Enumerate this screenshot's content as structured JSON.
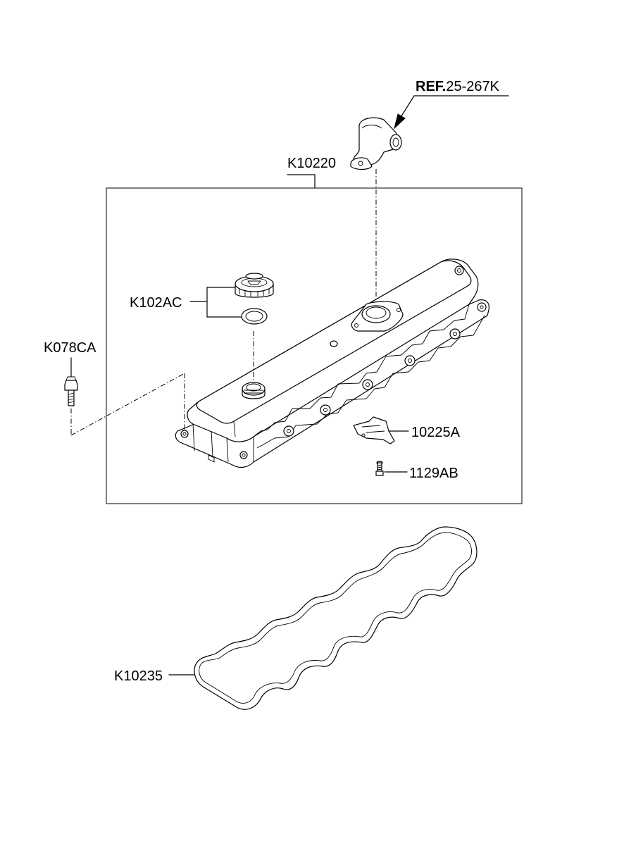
{
  "reference": {
    "prefix": "REF.",
    "code": "25-267K"
  },
  "labels": {
    "cover_assembly": "K10220",
    "oil_filler_cap": "K102AC",
    "bolt": "K078CA",
    "bracket": "10225A",
    "screw": "1129AB",
    "gasket": "K10235"
  }
}
